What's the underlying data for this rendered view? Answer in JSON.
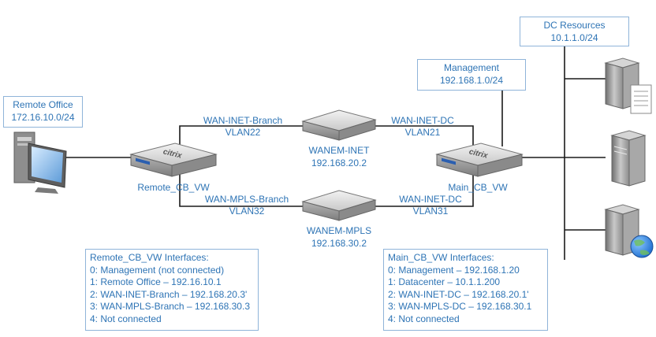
{
  "boxes": {
    "remote_office": {
      "title": "Remote Office",
      "subnet": "172.16.10.0/24"
    },
    "management": {
      "title": "Management",
      "subnet": "192.168.1.0/24"
    },
    "dc_resources": {
      "title": "DC Resources",
      "subnet": "10.1.1.0/24"
    }
  },
  "devices": {
    "remote_cb": {
      "name": "Remote_CB_VW",
      "brand": "citrix"
    },
    "main_cb": {
      "name": "Main_CB_VW",
      "brand": "citrix"
    },
    "wanem_inet": {
      "name": "WANEM-INET",
      "ip": "192.168.20.2"
    },
    "wanem_mpls": {
      "name": "WANEM-MPLS",
      "ip": "192.168.30.2"
    }
  },
  "links": {
    "inet_branch": {
      "name": "WAN-INET-Branch",
      "vlan": "VLAN22"
    },
    "inet_dc": {
      "name": "WAN-INET-DC",
      "vlan": "VLAN21"
    },
    "mpls_branch": {
      "name": "WAN-MPLS-Branch",
      "vlan": "VLAN32"
    },
    "mpls_dc": {
      "name": "WAN-INET-DC",
      "vlan": "VLAN31"
    }
  },
  "remote_interfaces": {
    "title": "Remote_CB_VW Interfaces:",
    "items": [
      "0: Management (not connected)",
      "1: Remote Office – 192.16.10.1",
      "2: WAN-INET-Branch – 192.168.20.3'",
      "3: WAN-MPLS-Branch – 192.168.30.3",
      "4: Not connected"
    ]
  },
  "main_interfaces": {
    "title": "Main_CB_VW Interfaces:",
    "items": [
      "0: Management – 192.168.1.20",
      "1: Datacenter – 10.1.1.200",
      "2: WAN-INET-DC – 192.168.20.1'",
      "3: WAN-MPLS-DC – 192.168.30.1",
      "4: Not connected"
    ]
  },
  "colors": {
    "label": "#2e74b5",
    "box_border": "#8fb4d9",
    "line": "#1a1a1a",
    "appliance_body": "#9a9a9a",
    "server_body": "#8a8a8a",
    "globe": "#1f6fd1"
  },
  "icons": {
    "workstation": "desktop-computer-icon",
    "appliance": "rack-appliance-icon",
    "server": "server-tower-icon",
    "file_server": "file-server-icon",
    "web_server": "web-server-globe-icon"
  }
}
